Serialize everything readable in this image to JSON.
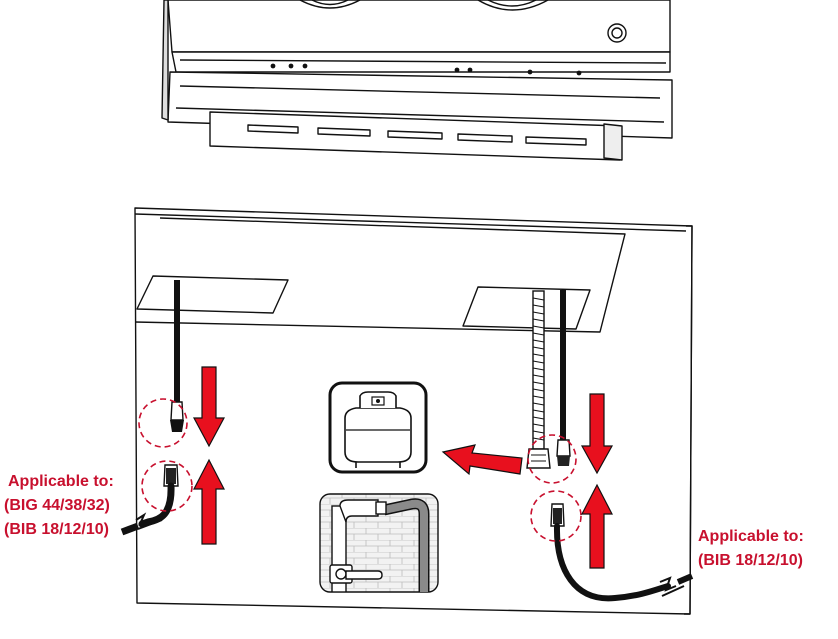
{
  "colors": {
    "accent_red": "#e8101e",
    "callout_red": "#c8102e",
    "outline": "#111111",
    "hose_black": "#111111",
    "brick_fill": "#f2f2f2",
    "panel_fill": "#ffffff"
  },
  "icons": [
    "propane-tank-icon",
    "gas-shutoff-valve-icon"
  ],
  "callouts": {
    "left": {
      "heading": "Applicable to:",
      "models_line_1": "(BIG 44/38/32)",
      "models_line_2": "(BIB 18/12/10)"
    },
    "right": {
      "heading": "Applicable to:",
      "models_line_1": "(BIB 18/12/10)"
    }
  }
}
